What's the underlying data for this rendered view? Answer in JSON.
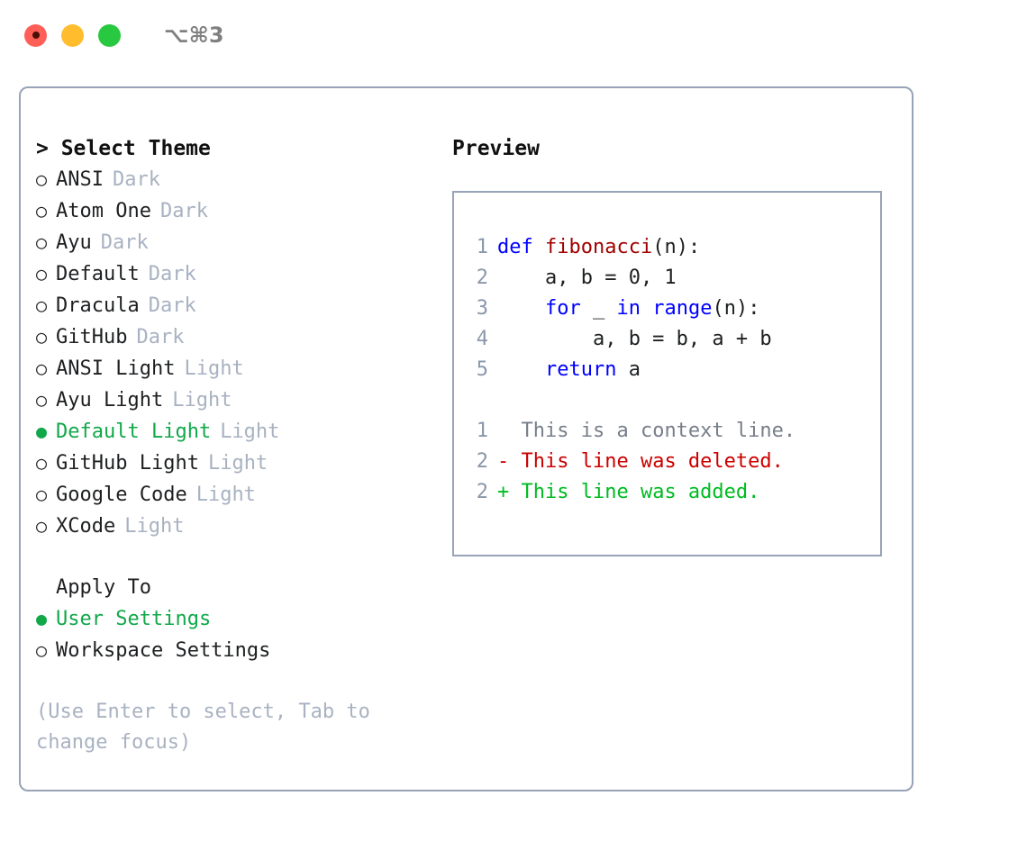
{
  "titlebar": {
    "lights": [
      {
        "name": "close",
        "color": "#ff5f57",
        "active": true
      },
      {
        "name": "minimize",
        "color": "#ffbd2e",
        "active": false
      },
      {
        "name": "maximize",
        "color": "#28c840",
        "active": false
      }
    ],
    "shortcut": "⌥⌘3"
  },
  "theme_panel": {
    "heading": "> Select Theme",
    "themes": [
      {
        "bullet": "○",
        "name": "ANSI",
        "tag": "Dark",
        "selected": false
      },
      {
        "bullet": "○",
        "name": "Atom One",
        "tag": "Dark",
        "selected": false
      },
      {
        "bullet": "○",
        "name": "Ayu",
        "tag": "Dark",
        "selected": false
      },
      {
        "bullet": "○",
        "name": "Default",
        "tag": "Dark",
        "selected": false
      },
      {
        "bullet": "○",
        "name": "Dracula",
        "tag": "Dark",
        "selected": false
      },
      {
        "bullet": "○",
        "name": "GitHub",
        "tag": "Dark",
        "selected": false
      },
      {
        "bullet": "○",
        "name": "ANSI Light",
        "tag": "Light",
        "selected": false
      },
      {
        "bullet": "○",
        "name": "Ayu Light",
        "tag": "Light",
        "selected": false
      },
      {
        "bullet": "●",
        "name": "Default Light",
        "tag": "Light",
        "selected": true
      },
      {
        "bullet": "○",
        "name": "GitHub Light",
        "tag": "Light",
        "selected": false
      },
      {
        "bullet": "○",
        "name": "Google Code",
        "tag": "Light",
        "selected": false
      },
      {
        "bullet": "○",
        "name": "XCode",
        "tag": "Light",
        "selected": false
      }
    ],
    "apply_to": {
      "label": "Apply To",
      "options": [
        {
          "bullet": "●",
          "name": "User Settings",
          "selected": true
        },
        {
          "bullet": "○",
          "name": "Workspace Settings",
          "selected": false
        }
      ]
    },
    "hint": "(Use Enter to select, Tab to change focus)"
  },
  "preview": {
    "title": "Preview",
    "code_lines": [
      {
        "no": "1",
        "segments": [
          {
            "text": "def ",
            "kind": "kw"
          },
          {
            "text": "fibonacci",
            "kind": "fn"
          },
          {
            "text": "(n):",
            "kind": "plain"
          }
        ]
      },
      {
        "no": "2",
        "segments": [
          {
            "text": "    a, b = 0, 1",
            "kind": "plain"
          }
        ]
      },
      {
        "no": "3",
        "segments": [
          {
            "text": "    ",
            "kind": "plain"
          },
          {
            "text": "for",
            "kind": "kw"
          },
          {
            "text": " _ ",
            "kind": "plain"
          },
          {
            "text": "in",
            "kind": "kw"
          },
          {
            "text": " ",
            "kind": "plain"
          },
          {
            "text": "range",
            "kind": "kw"
          },
          {
            "text": "(n):",
            "kind": "plain"
          }
        ]
      },
      {
        "no": "4",
        "segments": [
          {
            "text": "        a, b = b, a + b",
            "kind": "plain"
          }
        ]
      },
      {
        "no": "5",
        "segments": [
          {
            "text": "    ",
            "kind": "plain"
          },
          {
            "text": "return",
            "kind": "kw"
          },
          {
            "text": " a",
            "kind": "plain"
          }
        ]
      }
    ],
    "diff_lines": [
      {
        "no": "1",
        "marker": "  ",
        "text": "This is a context line.",
        "kind": "ctx"
      },
      {
        "no": "2",
        "marker": "- ",
        "text": "This line was deleted.",
        "kind": "del"
      },
      {
        "no": "2",
        "marker": "+ ",
        "text": "This line was added.",
        "kind": "add"
      }
    ]
  },
  "colors": {
    "accent_green": "#11a84a",
    "border": "#97a3b6",
    "muted": "#a8b2c1",
    "keyword_blue": "#0000ff",
    "function_red": "#a00000",
    "diff_delete": "#cc0000",
    "diff_add": "#00bb22",
    "lineno": "#8b97aa"
  }
}
